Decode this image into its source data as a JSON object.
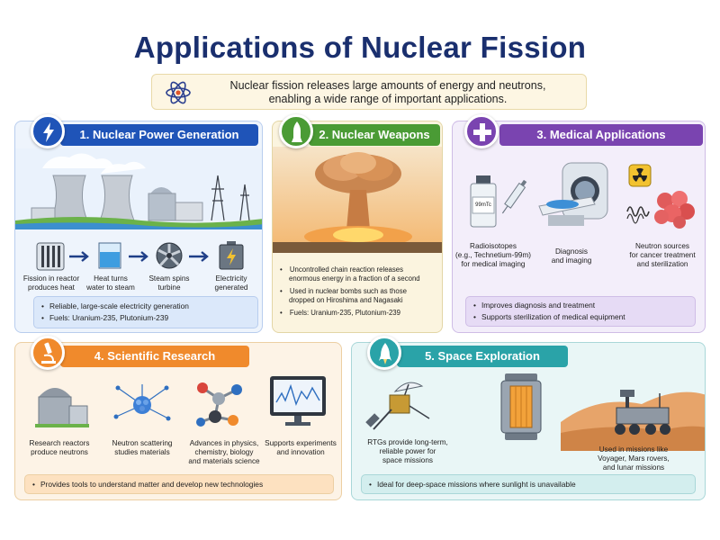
{
  "title": "Applications of Nuclear Fission",
  "subtitle": {
    "line1": "Nuclear fission releases large amounts of energy and neutrons,",
    "line2": "enabling a wide range of important applications."
  },
  "colors": {
    "title": "#1a2f6e",
    "power": "#1f54b8",
    "weapons": "#4a9b35",
    "medical": "#7a44b0",
    "research": "#f08a2c",
    "space": "#2aa3a8"
  },
  "sections": {
    "power": {
      "heading": "1. Nuclear Power Generation",
      "icon": "lightning-icon",
      "steps": [
        {
          "line1": "Fission in reactor",
          "line2": "produces heat"
        },
        {
          "line1": "Heat turns",
          "line2": "water to steam"
        },
        {
          "line1": "Steam spins",
          "line2": "turbine"
        },
        {
          "line1": "Electricity",
          "line2": "generated"
        }
      ],
      "bullets": [
        "Reliable, large-scale electricity generation",
        "Fuels:  Uranium-235, Plutonium-239"
      ]
    },
    "weapons": {
      "heading": "2. Nuclear Weapons",
      "icon": "missile-icon",
      "bullets": [
        {
          "line1": "Uncontrolled chain reaction releases",
          "line2": "enormous energy in a fraction of a second"
        },
        {
          "line1": "Used in nuclear bombs such as those",
          "line2": "dropped on Hiroshima and Nagasaki"
        },
        {
          "line1": "Fuels: Uranium-235, Plutonium-239",
          "line2": ""
        }
      ]
    },
    "medical": {
      "heading": "3. Medical Applications",
      "icon": "medical-cross-icon",
      "vial_label": "99mTc",
      "items": [
        {
          "line1": "Radioisotopes",
          "line2": "(e.g., Technetium-99m)",
          "line3": "for medical imaging"
        },
        {
          "line1": "Diagnosis",
          "line2": "and imaging",
          "line3": ""
        },
        {
          "line1": "Neutron sources",
          "line2": "for cancer treatment",
          "line3": "and sterilization"
        }
      ],
      "bullets": [
        "Improves diagnosis and treatment",
        "Supports sterilization of medical equipment"
      ]
    },
    "research": {
      "heading": "4. Scientific Research",
      "icon": "microscope-icon",
      "items": [
        {
          "line1": "Research reactors",
          "line2": "produce neutrons",
          "line3": ""
        },
        {
          "line1": "Neutron scattering",
          "line2": "studies materials",
          "line3": ""
        },
        {
          "line1": "Advances in physics,",
          "line2": "chemistry, biology",
          "line3": "and materials science"
        },
        {
          "line1": "Supports experiments",
          "line2": "and innovation",
          "line3": ""
        }
      ],
      "bullets": [
        "Provides tools to understand matter and develop new technologies"
      ]
    },
    "space": {
      "heading": "5. Space Exploration",
      "icon": "rocket-icon",
      "items": [
        {
          "line1": "RTGs provide long-term,",
          "line2": "reliable power for",
          "line3": "space missions"
        },
        {
          "line1": "Used in missions like",
          "line2": "Voyager, Mars rovers,",
          "line3": "and lunar missions"
        }
      ],
      "bullets": [
        "Ideal for deep-space missions where sunlight is unavailable"
      ]
    }
  }
}
